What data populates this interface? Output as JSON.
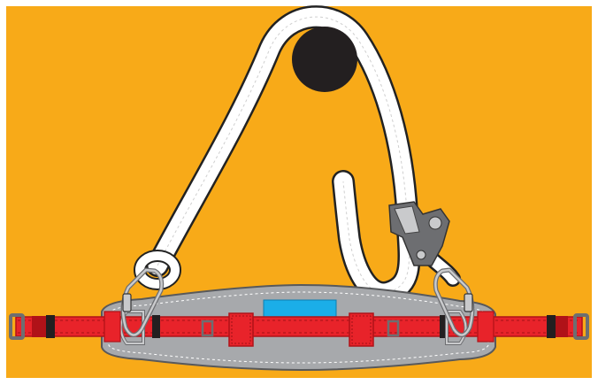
{
  "colors": {
    "background": "#F8AA18",
    "frame": "#FFFFFF",
    "rope": "#FFFFFF",
    "rope_outline": "#222222",
    "anchor": "#231F20",
    "belt_strap": "#E8232A",
    "belt_strap_dark": "#B01218",
    "back_pad": "#A7A9AC",
    "back_pad_edge": "#58595B",
    "label_patch": "#1BAEE8",
    "metal": "#C9CACC",
    "metal_dark": "#6D6E71",
    "keeper": "#231F20"
  },
  "components": [
    {
      "name": "anchor-point",
      "icon": "black-circle"
    },
    {
      "name": "lanyard-rope",
      "icon": "kernmantle-rope"
    },
    {
      "name": "rope-adjuster",
      "icon": "rope-grab-device"
    },
    {
      "name": "left-carabiner",
      "icon": "screwgate-carabiner"
    },
    {
      "name": "right-carabiner",
      "icon": "screwgate-carabiner"
    },
    {
      "name": "work-positioning-belt",
      "icon": "padded-belt"
    },
    {
      "name": "belt-label-patch",
      "icon": "blue-rectangle"
    }
  ]
}
